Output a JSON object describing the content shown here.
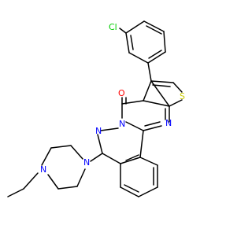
{
  "colors": {
    "bond": "#000000",
    "carbon": "#000000",
    "nitrogen": "#0000FF",
    "oxygen": "#FF0000",
    "sulfur": "#CCCC00",
    "chlorine": "#00CC00"
  },
  "atoms": {
    "cl": "Cl",
    "s": "S",
    "o": "O",
    "n_top": "N",
    "n_mid1": "N",
    "n_mid2": "N",
    "n_pip1": "N",
    "n_pip2": "N"
  }
}
